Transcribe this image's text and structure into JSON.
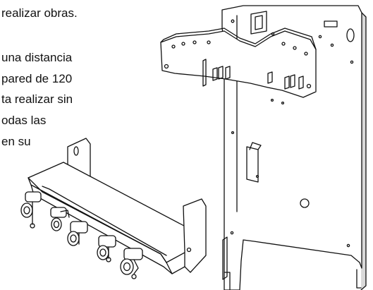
{
  "document": {
    "lines": [
      "realizar obras.",
      "una distancia",
      "pared de 120",
      "ta realizar sin",
      "odas las",
      "en su"
    ]
  },
  "colors": {
    "ink": "#111111",
    "background": "#ffffff",
    "metal": "#ffffff",
    "shade": "#d9d9d9"
  },
  "icons": {
    "mounting_plate": "mounting-plate-drawing",
    "connection_bracket": "connection-bracket-drawing"
  }
}
